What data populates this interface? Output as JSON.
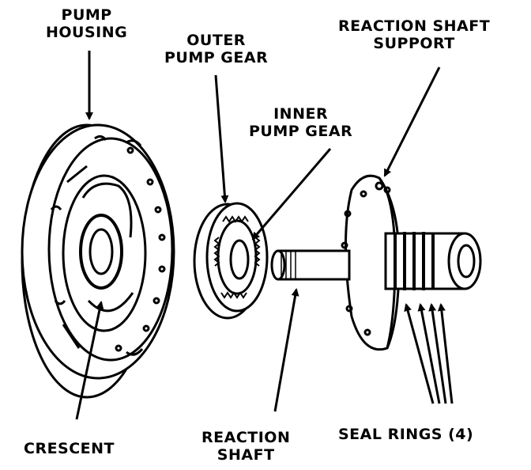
{
  "labels": {
    "pump_housing": "PUMP\nHOUSING",
    "outer_pump_gear": "OUTER\nPUMP GEAR",
    "inner_pump_gear": "INNER\nPUMP GEAR",
    "reaction_shaft_support": "REACTION SHAFT\nSUPPORT",
    "crescent": "CRESCENT",
    "reaction_shaft": "REACTION\nSHAFT",
    "seal_rings": "SEAL RINGS (4)"
  }
}
